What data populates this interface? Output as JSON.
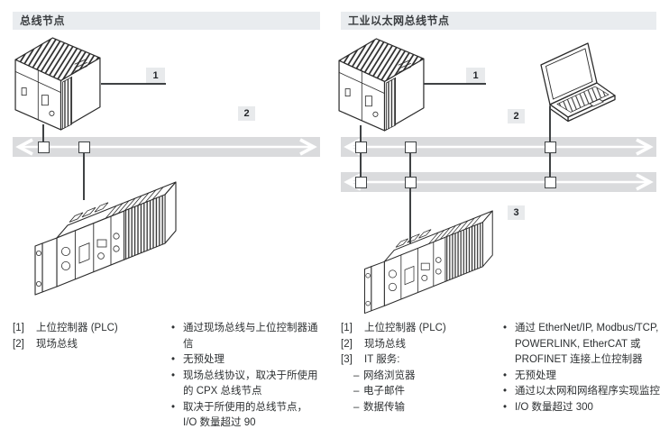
{
  "chars": {
    "bullet": "•",
    "dash": "–"
  },
  "colors": {
    "header_bg": "#e9ecef",
    "band_bg": "#dadbdd",
    "line": "#3f4244",
    "text": "#2e3133",
    "callout_bg": "#e8eaec"
  },
  "left": {
    "title": "总线节点",
    "callouts": {
      "c1": "1",
      "c2": "2"
    },
    "legend": [
      {
        "index": "[1]",
        "text": "上位控制器 (PLC)"
      },
      {
        "index": "[2]",
        "text": "现场总线"
      }
    ],
    "bullets": [
      "通过现场总线与上位控制器通信",
      "无预处理",
      "现场总线协议，取决于所使用的 CPX 总线节点",
      "取决于所使用的总线节点，I/O 数量超过 90"
    ]
  },
  "right": {
    "title": "工业以太网总线节点",
    "callouts": {
      "c1": "1",
      "c2": "2",
      "c3": "3"
    },
    "legend": [
      {
        "index": "[1]",
        "text": "上位控制器 (PLC)"
      },
      {
        "index": "[2]",
        "text": "现场总线"
      },
      {
        "index": "[3]",
        "text": "IT 服务:"
      }
    ],
    "it_services": [
      "网络浏览器",
      "电子邮件",
      "数据传输"
    ],
    "bullets": [
      "通过 EtherNet/IP, Modbus/TCP, POWERLINK, EtherCAT 或 PROFINET 连接上位控制器",
      "无预处理",
      "通过以太网和网络程序实现监控",
      "I/O 数量超过 300"
    ]
  }
}
